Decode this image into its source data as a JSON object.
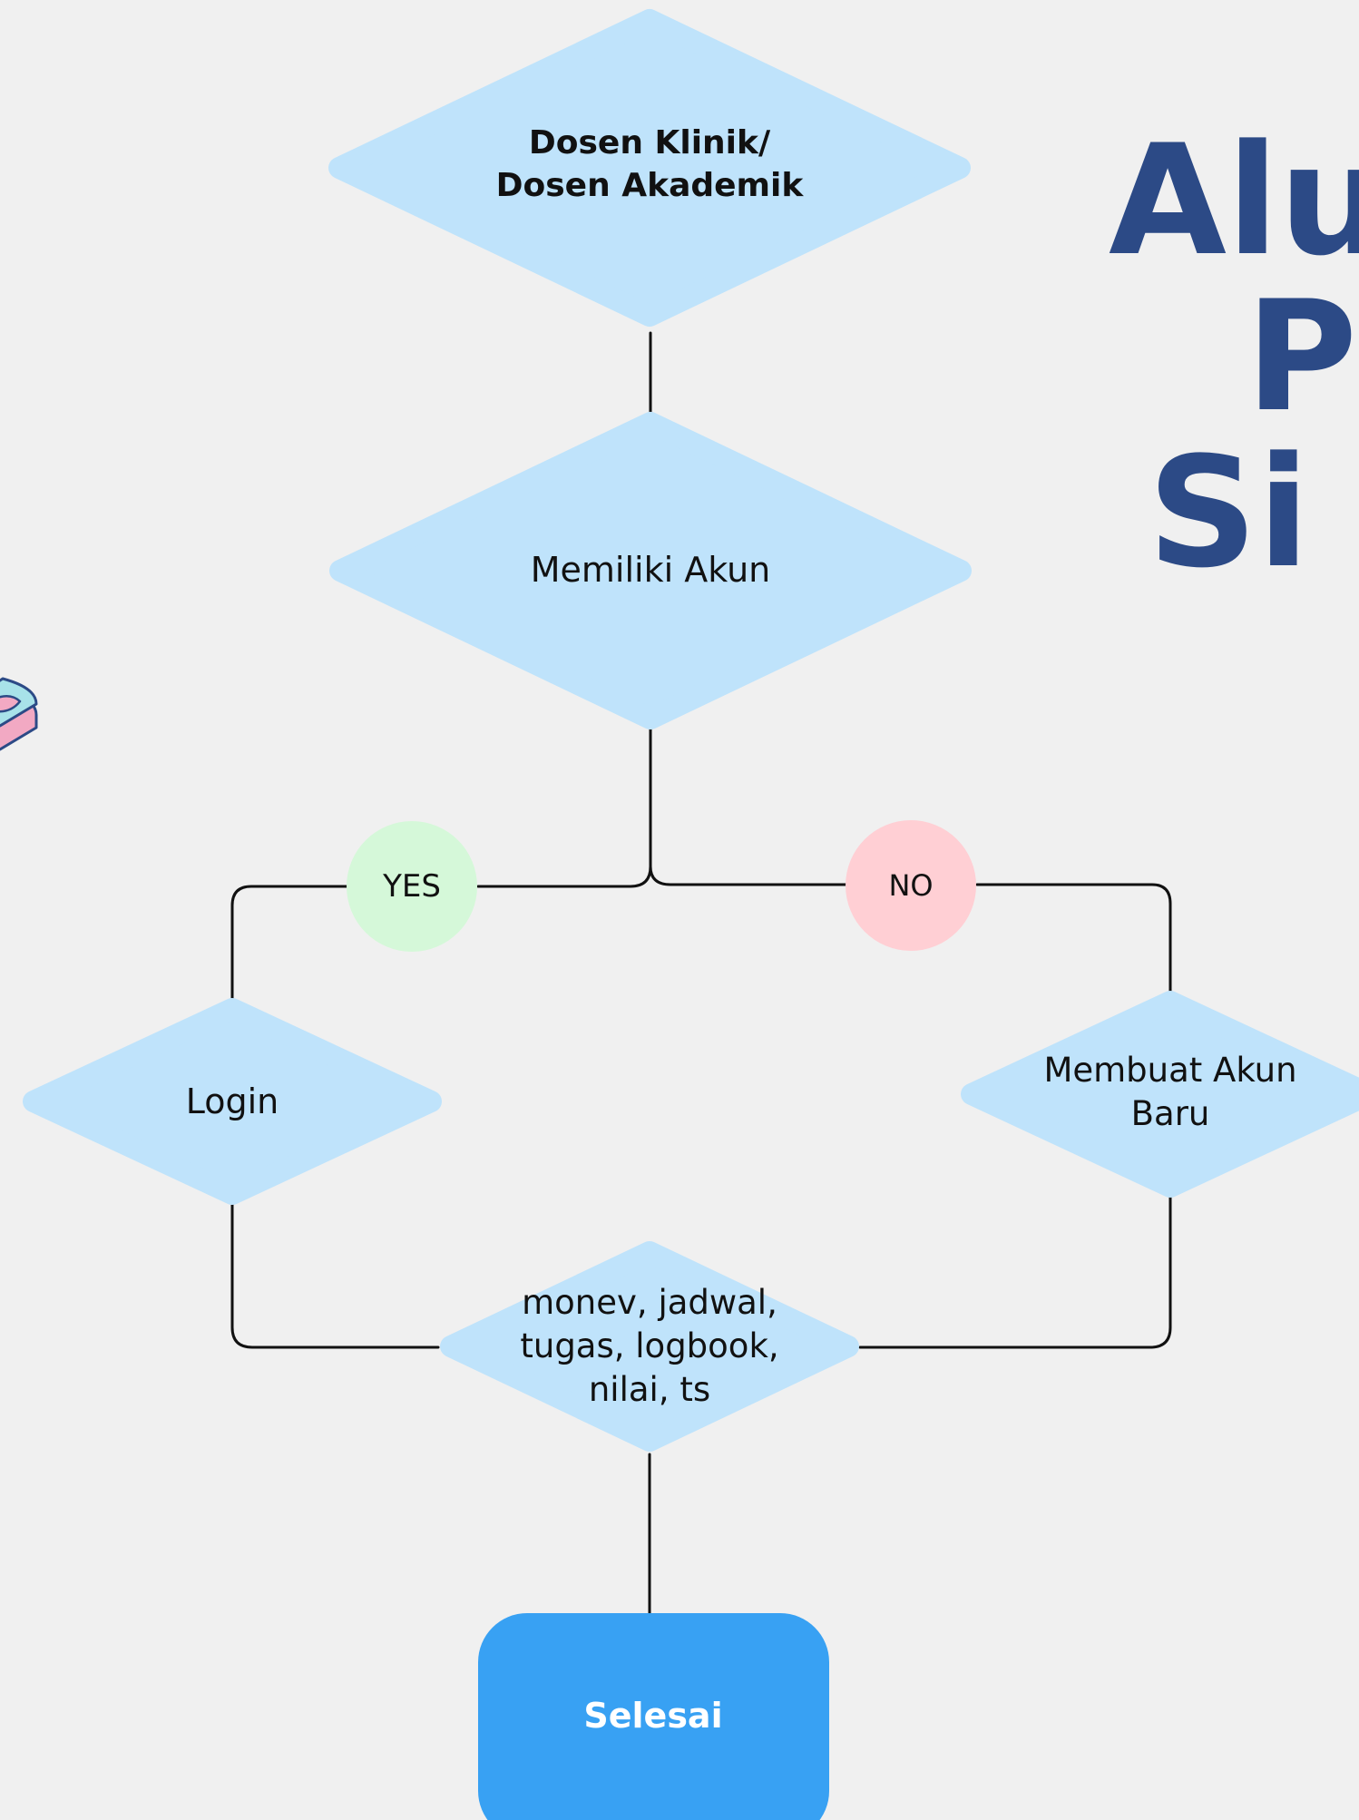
{
  "title": {
    "lines": [
      "Alu",
      "P",
      "Si C"
    ]
  },
  "nodes": {
    "start": "Dosen Klinik/\nDosen Akademik",
    "decision": "Memiliki Akun",
    "yes": "YES",
    "no": "NO",
    "login": "Login",
    "create_account": "Membuat Akun\nBaru",
    "features": "monev, jadwal,\ntugas, logbook,\nnilai, ts",
    "end": "Selesai"
  },
  "colors": {
    "background": "#f0f0f0",
    "node_fill": "#bfe3fb",
    "yes_fill": "#d5f8d9",
    "no_fill": "#ffcfd4",
    "end_fill": "#38a1f3",
    "title": "#2c4a86",
    "line": "#111111"
  }
}
